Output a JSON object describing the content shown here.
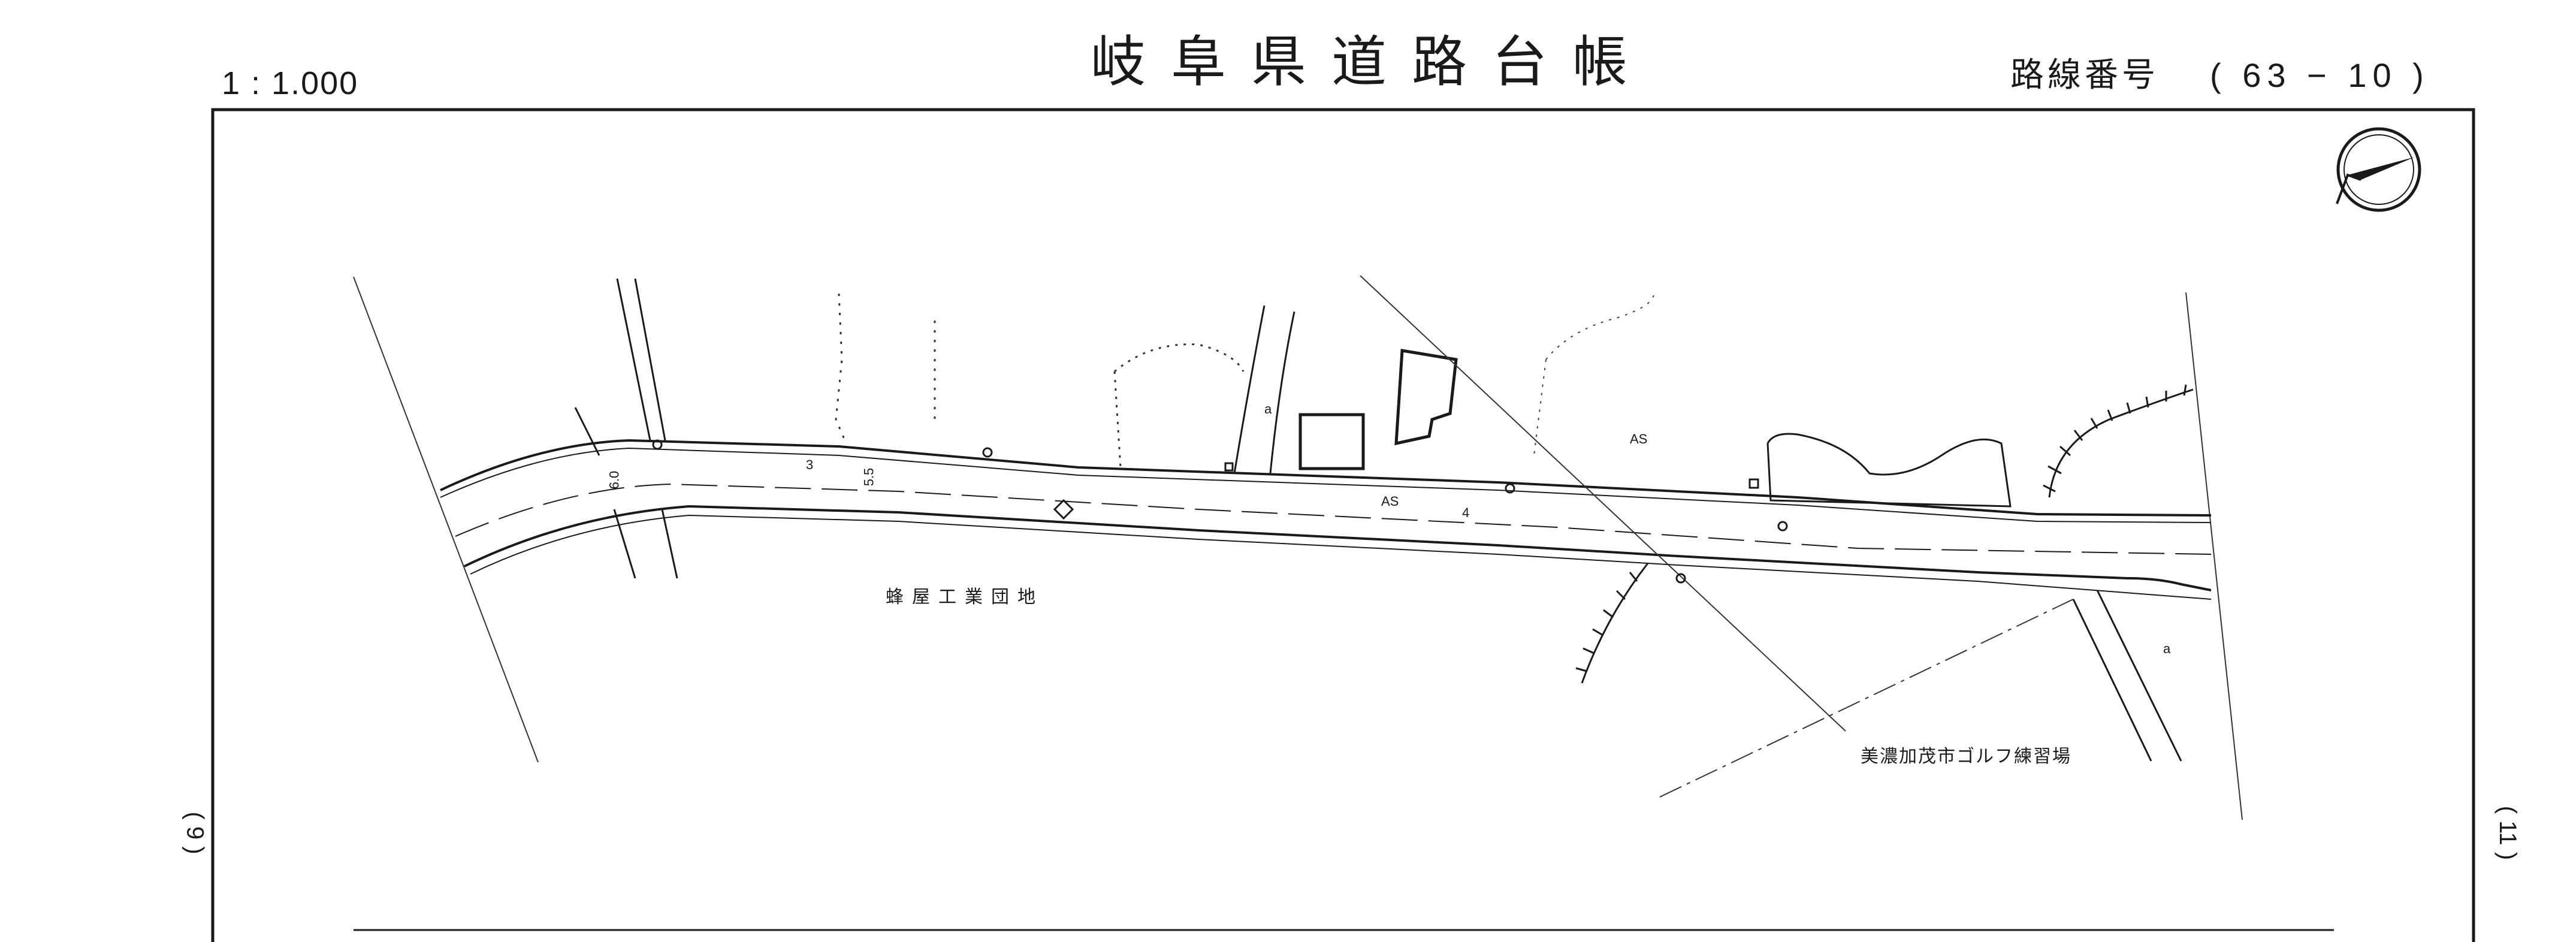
{
  "header": {
    "scale": "1 : 1.000",
    "title": "岐阜県道路台帳",
    "route_label": "路線番号",
    "route_number": "( 63 − 10 )"
  },
  "map": {
    "area_labels": {
      "industrial_park": "蜂屋工業団地",
      "golf_range": "美濃加茂市ゴルフ練習場"
    },
    "surface_labels": [
      "AS",
      "AS"
    ],
    "width_labels": [
      "6.0",
      "5.5"
    ],
    "station_marks": [
      "3",
      "4"
    ],
    "land_codes": [
      "a",
      "a"
    ],
    "north_arrow": "north-arrow-icon"
  },
  "margin": {
    "left_mark": "( 9 )",
    "right_mark": "( 11 )"
  },
  "colors": {
    "ink": "#1a1a1a",
    "paper": "#ffffff"
  }
}
